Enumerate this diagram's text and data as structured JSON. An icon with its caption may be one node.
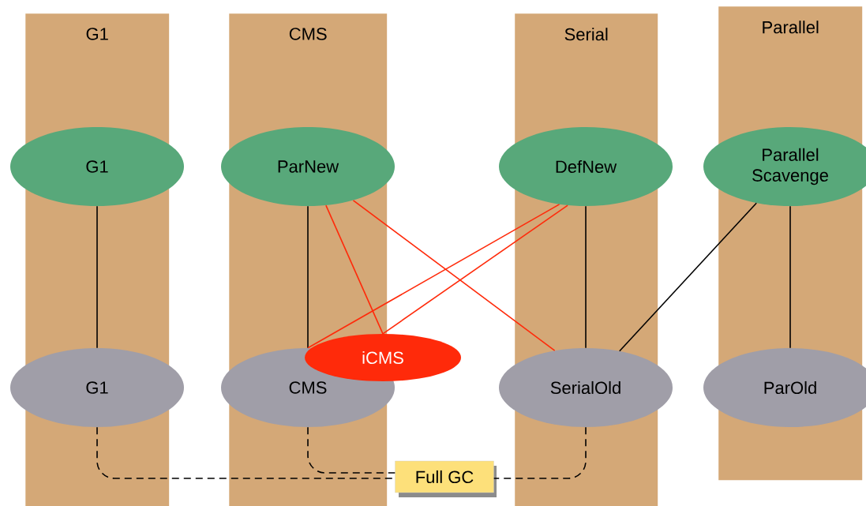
{
  "diagram": {
    "nodes": [
      {
        "text": [
          "G1"
        ]
      },
      {
        "text": [
          "CMS"
        ]
      },
      {
        "text": [
          "Serial"
        ]
      },
      {
        "text": [
          "Parallel"
        ]
      },
      {
        "text": [
          "G1"
        ],
        "in": 0
      },
      {
        "text": [
          "ParNew"
        ],
        "in": 1
      },
      {
        "text": [
          "DefNew"
        ],
        "in": 2
      },
      {
        "text": [
          "Parallel Scavenge"
        ],
        "in": 3
      },
      {
        "text": [
          "G1"
        ],
        "in": 0
      },
      {
        "text": [
          "CMS"
        ],
        "in": 1
      },
      {
        "text": [
          "iCMS"
        ]
      },
      {
        "text": [
          "SerialOld"
        ],
        "in": 2
      },
      {
        "text": [
          "ParOld"
        ],
        "in": 3
      },
      {
        "text": [
          "Full GC"
        ]
      }
    ],
    "edges": [
      {
        "from": 4,
        "to": 8,
        "arrow": "none"
      },
      {
        "from": 5,
        "to": 9,
        "arrow": "none"
      },
      {
        "from": 5,
        "to": 10,
        "arrow": "none",
        "color": "#ff2a0a"
      },
      {
        "from": 5,
        "to": 11,
        "arrow": "none",
        "color": "#ff2a0a"
      },
      {
        "from": 6,
        "to": 9,
        "arrow": "none",
        "color": "#ff2a0a"
      },
      {
        "from": 6,
        "to": 10,
        "arrow": "none",
        "color": "#ff2a0a"
      },
      {
        "from": 6,
        "to": 11,
        "arrow": "none"
      },
      {
        "from": 7,
        "to": 11,
        "arrow": "none"
      },
      {
        "from": 7,
        "to": 12,
        "arrow": "none"
      },
      {
        "from": 8,
        "to": 13,
        "arrow": "none",
        "style": "dashed"
      },
      {
        "from": 9,
        "to": 13,
        "arrow": "none",
        "style": "dashed"
      },
      {
        "from": 11,
        "to": 13,
        "arrow": "none",
        "style": "dashed"
      }
    ]
  }
}
